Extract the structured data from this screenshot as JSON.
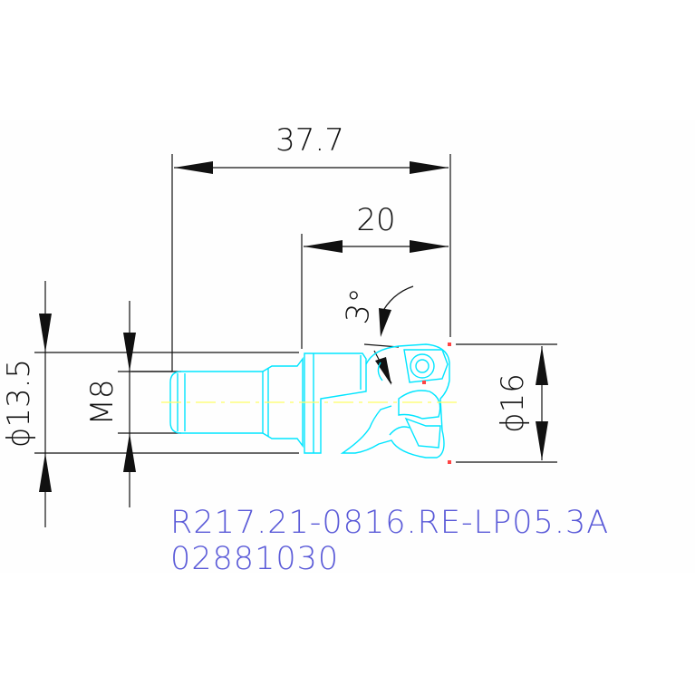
{
  "dimensions": {
    "overall_length": "37.7",
    "head_length": "20",
    "angle": "3°",
    "head_diameter": "ϕ16",
    "neck_diameter": "ϕ13.5",
    "thread": "M8"
  },
  "part": {
    "designation": "R217.21-0816.RE-LP05.3A",
    "item_number": "02881030"
  },
  "colors": {
    "background": "#ffffff",
    "dimension_lines": "#111111",
    "tool_outline": "#00e5ff",
    "centerline": "#ffff66",
    "code_text": "#5a5ad8",
    "insert_marks": "#ff4444"
  }
}
